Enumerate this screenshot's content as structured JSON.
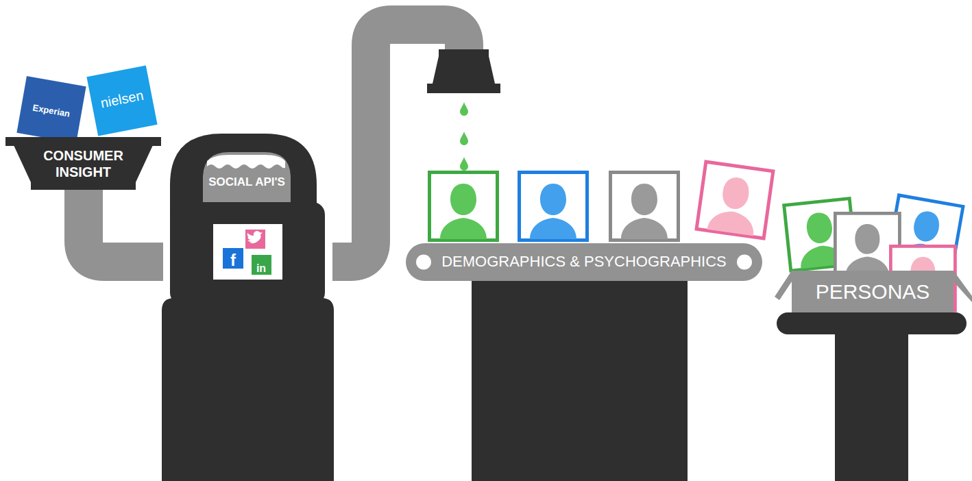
{
  "diagram": {
    "nodes": [
      {
        "text": [
          "CONSUMER INSIGHT"
        ]
      },
      {
        "text": [
          "SOCIAL API'S"
        ]
      },
      {
        "text": [
          "DEMOGRAPHICS & PSYCHOGRAPHICS"
        ]
      },
      {
        "text": [
          "PERSONAS"
        ]
      }
    ],
    "edges": [
      {
        "from": 0,
        "to": 1,
        "arrow": "none"
      },
      {
        "from": 1,
        "to": 2,
        "arrow": "none"
      }
    ],
    "labels": [
      "Experian",
      "nielsen",
      "f",
      "in"
    ]
  }
}
